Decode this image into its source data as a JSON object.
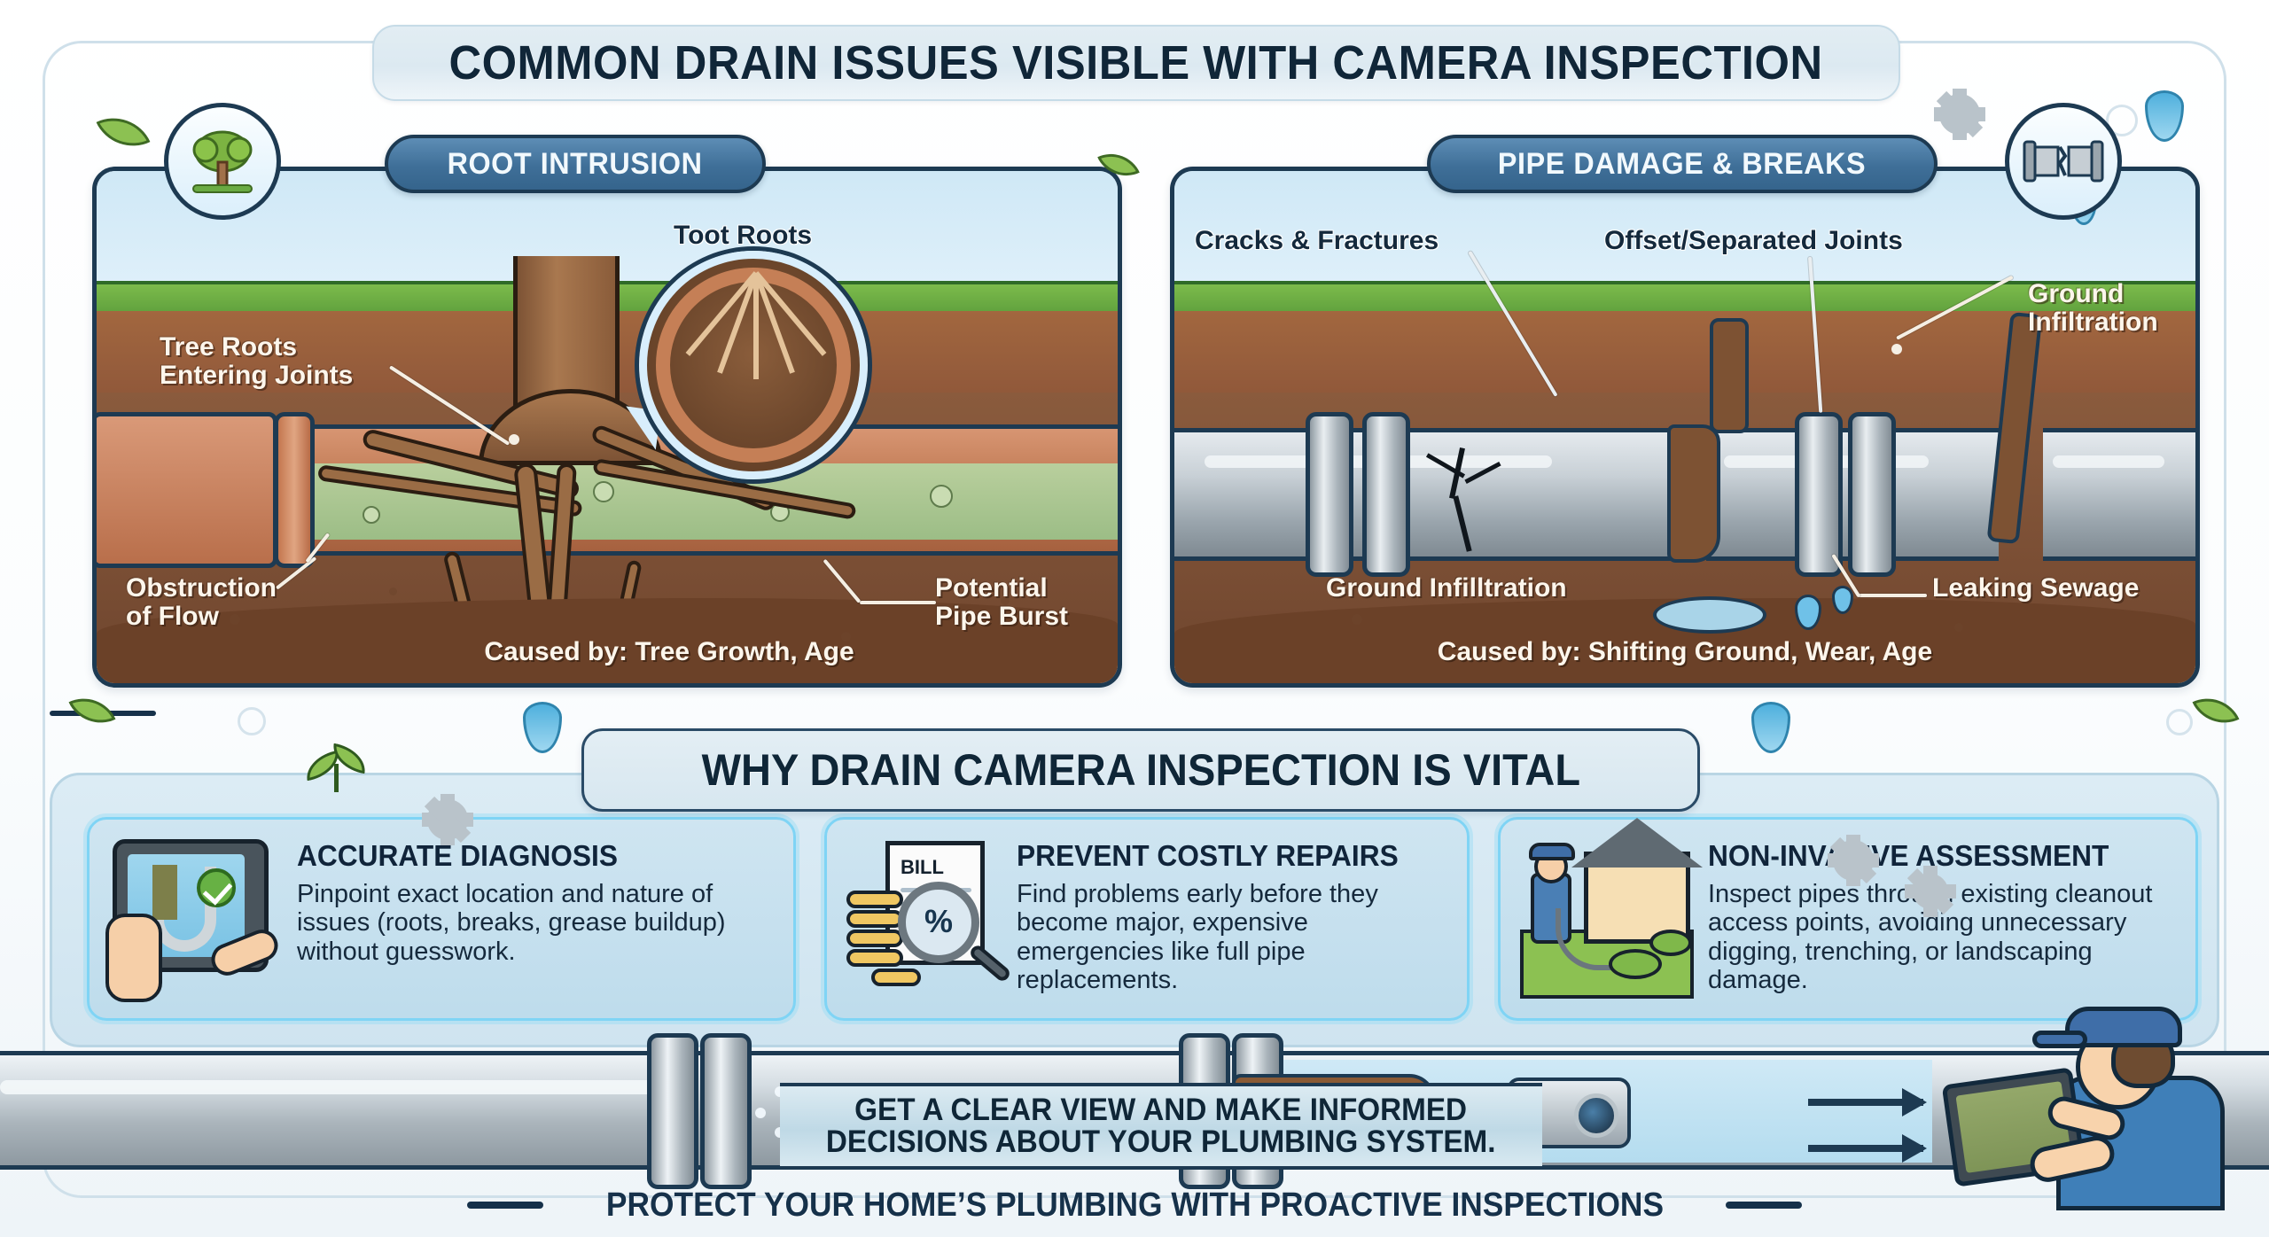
{
  "header": {
    "title": "COMMON DRAIN ISSUES VISIBLE WITH CAMERA INSPECTION"
  },
  "panels": [
    {
      "id": "root-intrusion",
      "pill_label": "ROOT INTRUSION",
      "badge_icon": "tree-icon",
      "caption": "Caused by: Tree Growth, Age",
      "labels": [
        {
          "name": "tree-roots-entering-joints",
          "text": "Tree Roots\nEntering Joints",
          "style": "light"
        },
        {
          "name": "toot-roots",
          "text": "Toot Roots",
          "style": "dark"
        },
        {
          "name": "obstruction-of-flow",
          "text": "Obstruction\nof Flow",
          "style": "light"
        },
        {
          "name": "potential-pipe-burst",
          "text": "Potential\nPipe Burst",
          "style": "light"
        }
      ]
    },
    {
      "id": "pipe-damage",
      "pill_label": "PIPE DAMAGE & BREAKS",
      "badge_icon": "broken-pipe-icon",
      "caption": "Caused by: Shifting Ground, Wear, Age",
      "labels": [
        {
          "name": "cracks-and-fractures",
          "text": "Cracks & Fractures",
          "style": "dark"
        },
        {
          "name": "offset-separated-joints",
          "text": "Offset/Separated Joints",
          "style": "dark"
        },
        {
          "name": "ground-infiltration-right",
          "text": "Ground\nInfiltration",
          "style": "light"
        },
        {
          "name": "ground-infilltration-bottom",
          "text": "Ground Infilltration",
          "style": "light"
        },
        {
          "name": "leaking-sewage",
          "text": "Leaking Sewage",
          "style": "light"
        }
      ]
    }
  ],
  "vital": {
    "banner_title": "WHY DRAIN CAMERA INSPECTION IS VITAL",
    "cards": [
      {
        "icon": "tablet-inspection-icon",
        "title": "ACCURATE DIAGNOSIS",
        "body": "Pinpoint exact location and nature of issues (roots, breaks, grease buildup) without guesswork."
      },
      {
        "icon": "bill-magnifier-coins-icon",
        "title": "PREVENT COSTLY REPAIRS",
        "body": "Find problems early before they become major, expensive emergencies like full pipe replacements.",
        "bill_label": "BILL",
        "percent_symbol": "%"
      },
      {
        "icon": "technician-house-icon",
        "title": "NON-INVASIVE ASSESSMENT",
        "body": "Inspect pipes through existing cleanout access points, avoiding unnecessary digging, trenching, or landscaping damage."
      }
    ]
  },
  "cta": {
    "line1": "GET A CLEAR VIEW AND MAKE INFORMED",
    "line2": "DECISIONS ABOUT YOUR PLUMBING SYSTEM."
  },
  "footer": {
    "text": "PROTECT YOUR HOME’S PLUMBING WITH PROACTIVE INSPECTIONS"
  },
  "decorations": [
    {
      "name": "leaf-icon"
    },
    {
      "name": "gear-icon"
    },
    {
      "name": "water-drop-icon"
    },
    {
      "name": "sprout-icon"
    }
  ],
  "colors": {
    "title_text": "#102638",
    "pill_blue": "#3f6f98",
    "panel_border": "#1d3a52",
    "card_border": "#7fd4f5",
    "grass_green": "#6aab43",
    "soil_brown": "#8a5b3d",
    "clay_pipe": "#c07a54",
    "metal_pipe": "#c8d0d6",
    "water_blue": "#4fb0dd"
  }
}
